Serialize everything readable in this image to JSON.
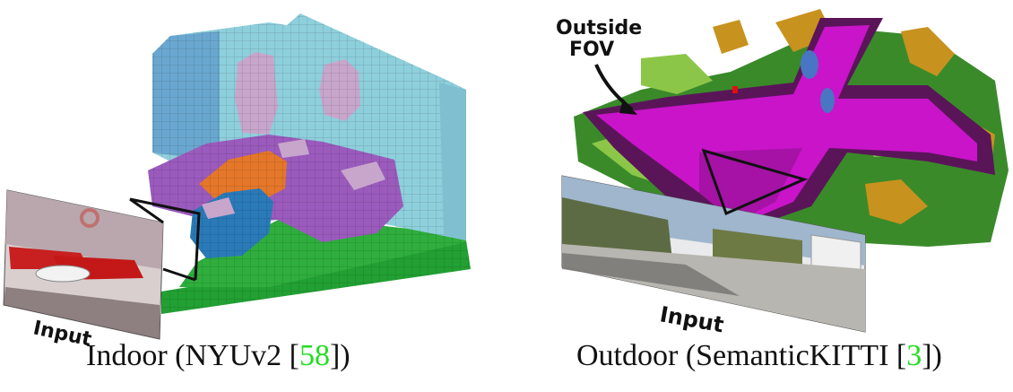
{
  "left": {
    "input_label": "Input",
    "caption_prefix": "Indoor (NYUv2 [",
    "caption_ref": "58",
    "caption_suffix": "])"
  },
  "right": {
    "fov_label_line1": "Outside",
    "fov_label_line2": "FOV",
    "input_label": "Input",
    "caption_prefix": "Outdoor (SemanticKITTI [",
    "caption_ref": "3",
    "caption_suffix": "])"
  },
  "colors": {
    "wall": "#8ecfdc",
    "wall_dark": "#6aa7d0",
    "sofa": "#9b5bbd",
    "table": "#e5772a",
    "chair": "#2a7ab8",
    "floor": "#22a033",
    "picture": "#c8a6cc",
    "road": "#c914c9",
    "sidewalk": "#5a1559",
    "vegetation": "#3a8a2a",
    "terrain": "#8cc648",
    "building": "#c8921f",
    "car": "#4a74c4",
    "citation": "#22dd22"
  }
}
